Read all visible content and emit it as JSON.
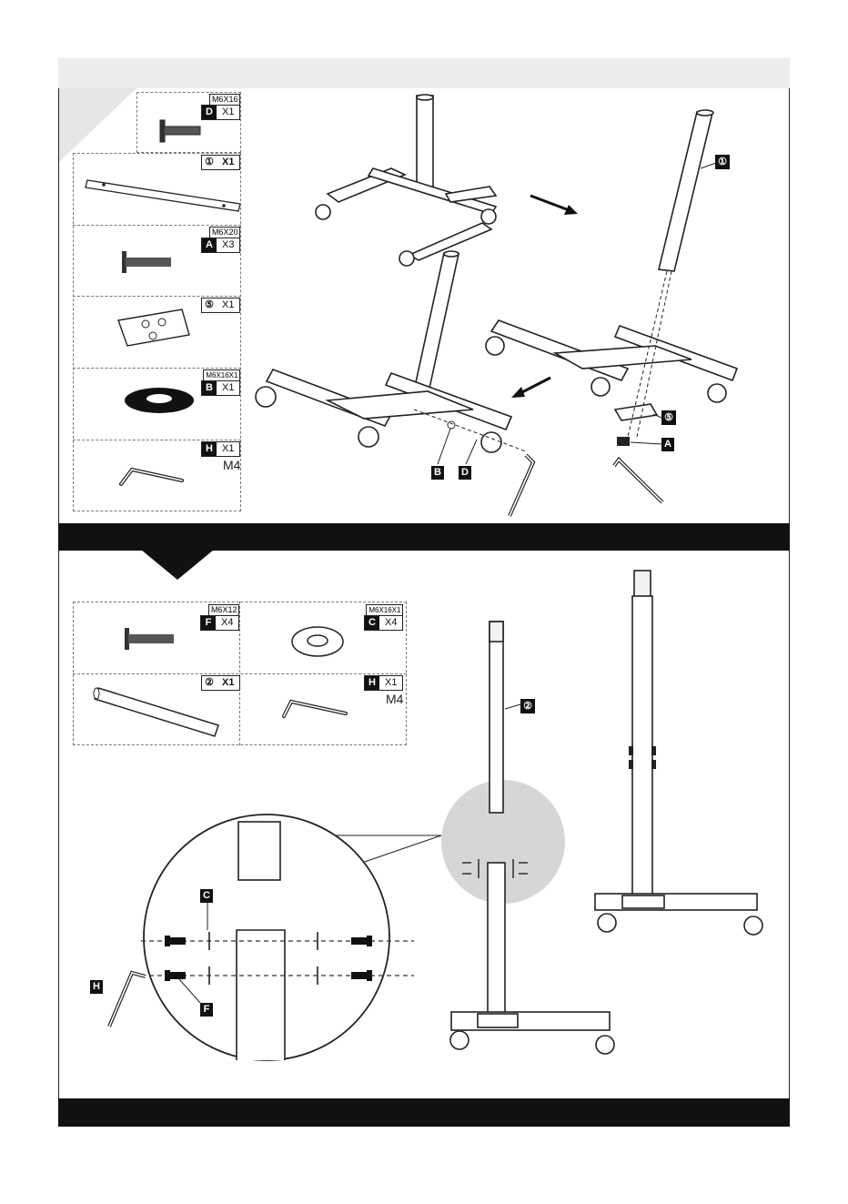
{
  "section1": {
    "parts": [
      {
        "spec": "M6X16",
        "key": "D",
        "qty": "X1"
      },
      {
        "spec": "",
        "key": "①",
        "qty": "X1"
      },
      {
        "spec": "M6X20",
        "key": "A",
        "qty": "X3"
      },
      {
        "spec": "",
        "key": "⑤",
        "qty": "X1"
      },
      {
        "spec": "M6X16X1",
        "key": "B",
        "qty": "X1"
      },
      {
        "spec": "",
        "key": "H",
        "qty": "X1",
        "note": "M4"
      }
    ],
    "callouts": {
      "part1": "①",
      "part5": "⑤",
      "a": "A",
      "b": "B",
      "d": "D"
    }
  },
  "section2": {
    "parts": [
      {
        "spec": "M6X12",
        "key": "F",
        "qty": "X4"
      },
      {
        "spec": "M6X16X1",
        "key": "C",
        "qty": "X4"
      },
      {
        "spec": "",
        "key": "②",
        "qty": "X1"
      },
      {
        "spec": "",
        "key": "H",
        "qty": "X1",
        "note": "M4"
      }
    ],
    "callouts": {
      "part2": "②",
      "c": "C",
      "f": "F",
      "h": "H"
    }
  }
}
